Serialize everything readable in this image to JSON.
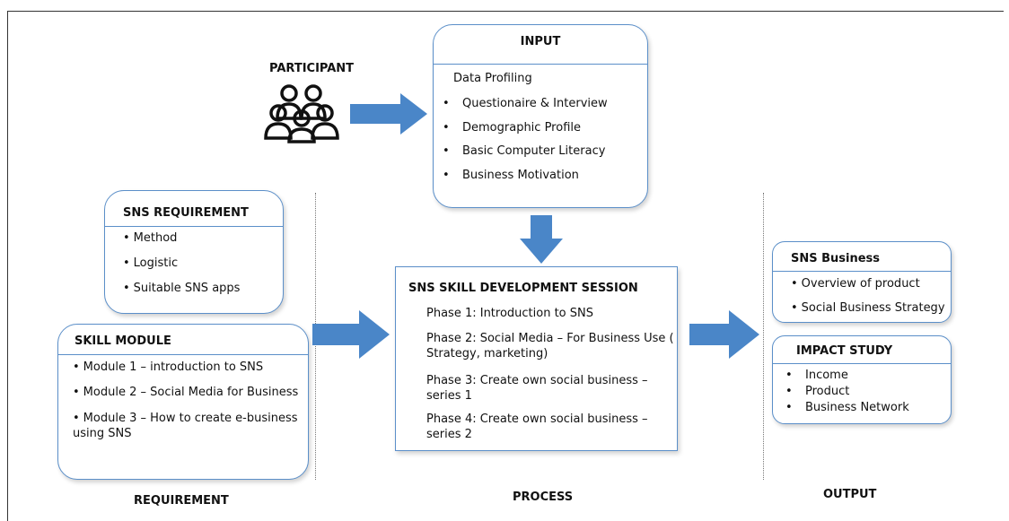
{
  "participant_label": "PARTICIPANT",
  "input": {
    "title": "INPUT",
    "subtitle": "Data Profiling",
    "items": [
      "Questionaire & Interview",
      "Demographic Profile",
      "Basic Computer Literacy",
      "Business Motivation"
    ]
  },
  "sns_requirement": {
    "title": "SNS REQUIREMENT",
    "items": [
      "Method",
      "Logistic",
      "Suitable SNS apps"
    ]
  },
  "skill_module": {
    "title": "SKILL MODULE",
    "items": [
      "Module 1 – introduction to SNS",
      "Module 2 – Social Media for Business",
      "Module 3 – How to create e-business using SNS"
    ]
  },
  "session": {
    "title": "SNS SKILL DEVELOPMENT SESSION",
    "phases": [
      "Phase 1: Introduction to SNS",
      "Phase 2: Social Media – For Business Use ( Strategy, marketing)",
      "Phase 3: Create own social business – series 1",
      "Phase 4: Create own social business – series 2"
    ]
  },
  "sns_business": {
    "title": "SNS Business",
    "items": [
      "Overview of product",
      "Social Business Strategy"
    ]
  },
  "impact_study": {
    "title": "IMPACT STUDY",
    "items": [
      "Income",
      "Product",
      "Business Network"
    ]
  },
  "columns": {
    "requirement": "REQUIREMENT",
    "process": "PROCESS",
    "output": "OUTPUT"
  },
  "colors": {
    "arrow": "#4a86c8",
    "border": "#5b8fc9"
  }
}
